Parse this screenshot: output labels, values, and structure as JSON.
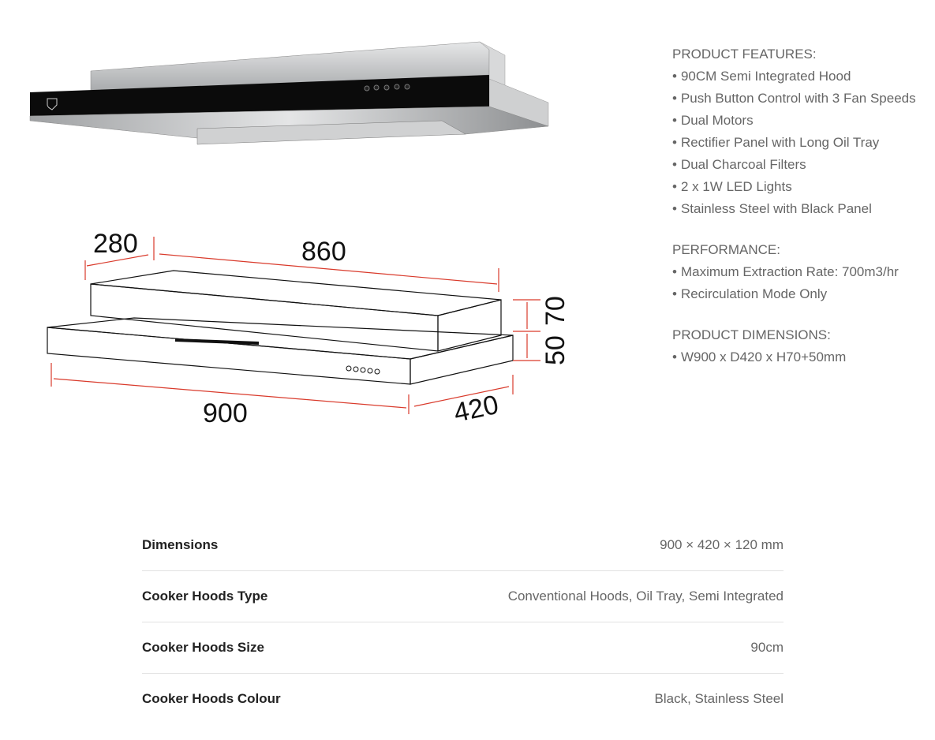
{
  "diagram": {
    "dimensions": {
      "depth_top": "280",
      "width_top": "860",
      "height_upper": "70",
      "height_lower": "50",
      "width_bottom": "900",
      "depth_bottom": "420"
    }
  },
  "features": {
    "heading": "PRODUCT FEATURES:",
    "items": [
      "90CM Semi Integrated Hood",
      "Push Button Control with 3 Fan Speeds",
      "Dual Motors",
      "Rectifier Panel with Long Oil Tray",
      "Dual Charcoal Filters",
      "2 x 1W LED Lights",
      "Stainless Steel with Black Panel"
    ]
  },
  "performance": {
    "heading": "PERFORMANCE:",
    "items": [
      "Maximum Extraction Rate: 700m3/hr",
      "Recirculation Mode Only"
    ]
  },
  "product_dimensions": {
    "heading": "PRODUCT DIMENSIONS:",
    "items": [
      "W900 x D420 x H70+50mm"
    ]
  },
  "specs": [
    {
      "label": "Dimensions",
      "value": "900 × 420 × 120 mm"
    },
    {
      "label": "Cooker Hoods Type",
      "value": "Conventional Hoods, Oil Tray, Semi Integrated"
    },
    {
      "label": "Cooker Hoods Size",
      "value": "90cm"
    },
    {
      "label": "Cooker Hoods Colour",
      "value": "Black, Stainless Steel"
    }
  ],
  "colors": {
    "dimension_arrow": "#d93a2b",
    "panel": "#0b0b0b",
    "steel": "#c9cbcd"
  }
}
